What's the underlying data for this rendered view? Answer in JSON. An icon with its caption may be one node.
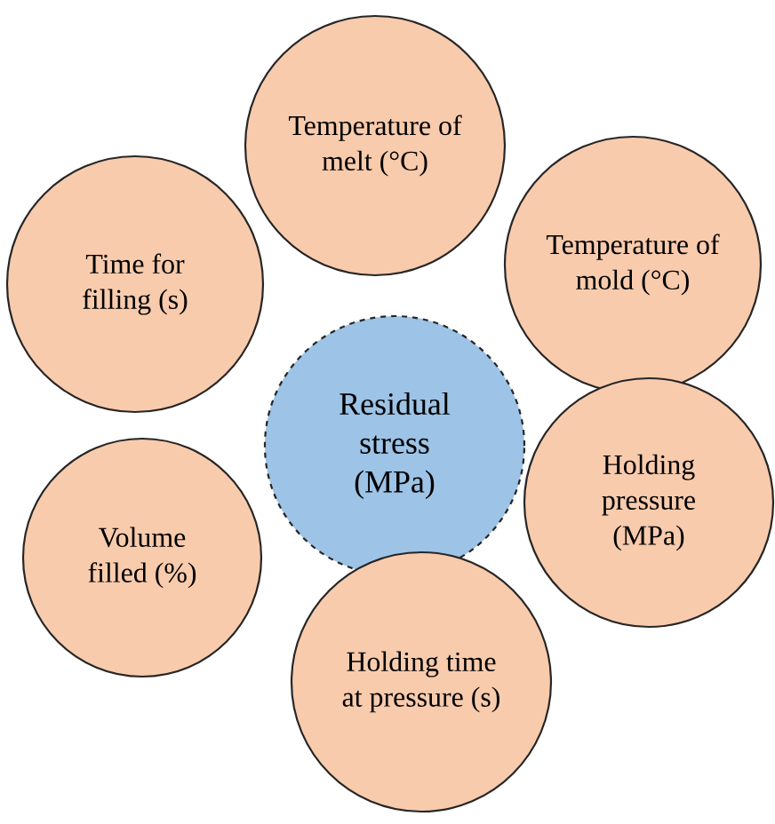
{
  "diagram": {
    "nodes": [
      {
        "text": [
          "Residual stress (MPa)"
        ]
      },
      {
        "text": [
          "Temperature of melt (°C)"
        ]
      },
      {
        "text": [
          "Temperature of mold (°C)"
        ]
      },
      {
        "text": [
          "Holding pressure (MPa)"
        ]
      },
      {
        "text": [
          "Holding time at pressure (s)"
        ]
      },
      {
        "text": [
          "Volume filled (%)"
        ]
      },
      {
        "text": [
          "Time for filling (s)"
        ]
      }
    ]
  }
}
